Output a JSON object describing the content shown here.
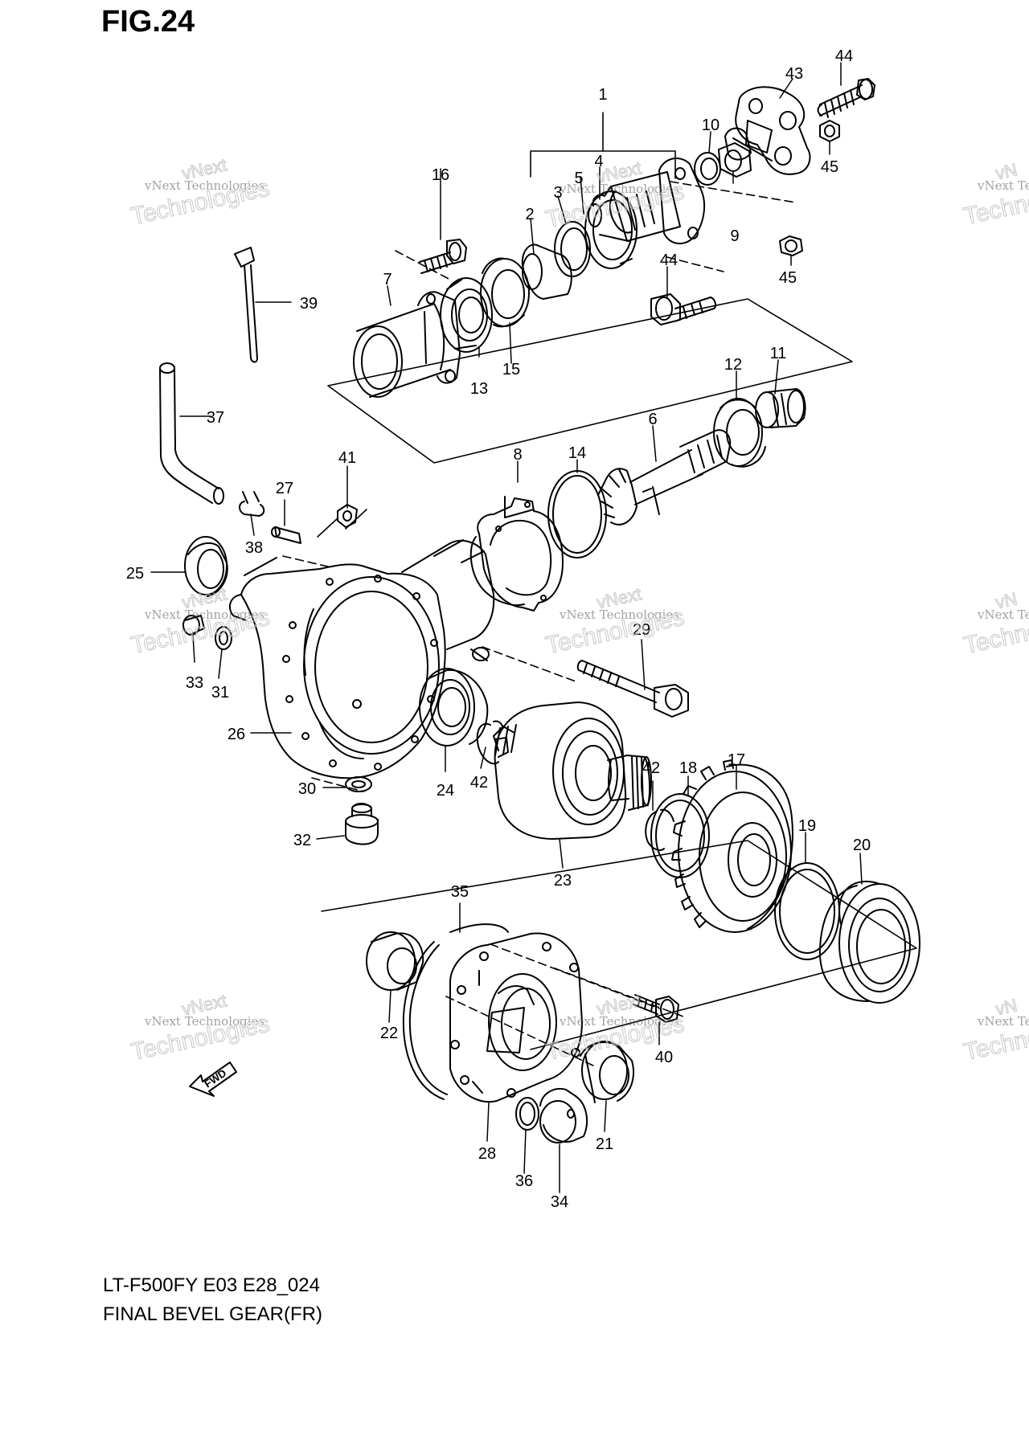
{
  "figure": {
    "title": "FIG.24",
    "model_code": "LT-F500FY E03 E28_024",
    "caption": "FINAL BEVEL GEAR(FR)",
    "fwd_label": "FWD"
  },
  "watermark": {
    "line1": "vNext Technologies",
    "line2": "vNext",
    "line3": "Technologies",
    "partial_line1": "vNext Technolo",
    "partial_line2": "vN",
    "partial_line3": "Techno"
  },
  "callouts": [
    "1",
    "2",
    "3",
    "4",
    "5",
    "6",
    "7",
    "8",
    "9",
    "10",
    "11",
    "12",
    "13",
    "14",
    "15",
    "16",
    "17",
    "18",
    "19",
    "20",
    "21",
    "22",
    "23",
    "24",
    "25",
    "26",
    "27",
    "28",
    "29",
    "30",
    "31",
    "32",
    "33",
    "34",
    "35",
    "36",
    "37",
    "38",
    "39",
    "40",
    "41",
    "42",
    "42",
    "43",
    "44",
    "44",
    "45",
    "45"
  ]
}
